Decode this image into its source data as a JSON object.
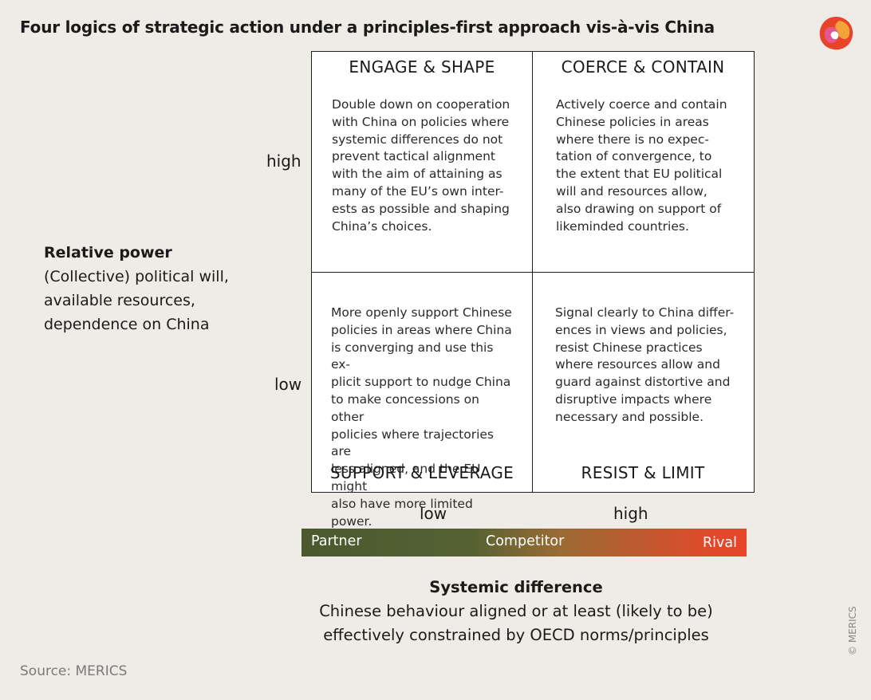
{
  "title": "Four logics of strategic action under a principles-first approach vis-à-vis China",
  "logo": {
    "icon": "merics-logo-icon",
    "colors": [
      "#e8442a",
      "#f2a33a",
      "#e35a9a"
    ]
  },
  "y_axis": {
    "title": "Relative power",
    "subtitle_lines": [
      "(Collective) political will,",
      "available resources,",
      "dependence on China"
    ],
    "levels": {
      "high": "high",
      "low": "low"
    }
  },
  "quadrants": {
    "top_left": {
      "title": "ENGAGE & SHAPE",
      "lines": [
        "Double down on cooperation",
        "with China on policies where",
        "systemic differences do not",
        "prevent tactical alignment",
        "with the aim of attaining as",
        "many of the EU’s own inter-",
        "ests as possible and shaping",
        "China’s choices."
      ]
    },
    "top_right": {
      "title": "COERCE & CONTAIN",
      "lines": [
        "Actively coerce and contain",
        "Chinese policies in areas",
        "where there is no expec-",
        "tation of convergence, to",
        "the extent that EU political",
        "will and resources allow,",
        "also drawing on support of",
        "likeminded countries."
      ]
    },
    "bottom_left": {
      "title": "SUPPORT & LEVERAGE",
      "lines": [
        "More openly support Chinese",
        "policies in areas where China",
        "is converging and use this ex-",
        "plicit support to nudge China",
        "to make concessions on other",
        "policies where trajectories are",
        "less aligned, and the EU might",
        "also have more limited power."
      ]
    },
    "bottom_right": {
      "title": "RESIST & LIMIT",
      "lines": [
        "Signal clearly to China differ-",
        "ences in views and policies,",
        "resist Chinese practices",
        "where resources allow and",
        "guard against distortive and",
        "disruptive impacts where",
        "necessary and possible."
      ]
    }
  },
  "x_axis": {
    "levels": {
      "low": "low",
      "high": "high"
    },
    "scale": {
      "left": "Partner",
      "middle": "Competitor",
      "right": "Rival",
      "colors": [
        "#4a5a2e",
        "#e8442a"
      ]
    },
    "title": "Systemic difference",
    "subtitle_lines": [
      "Chinese behaviour aligned or at least (likely to be)",
      "effectively constrained by OECD norms/principles"
    ]
  },
  "source": "Source: MERICS",
  "copyright": "© MERICS"
}
